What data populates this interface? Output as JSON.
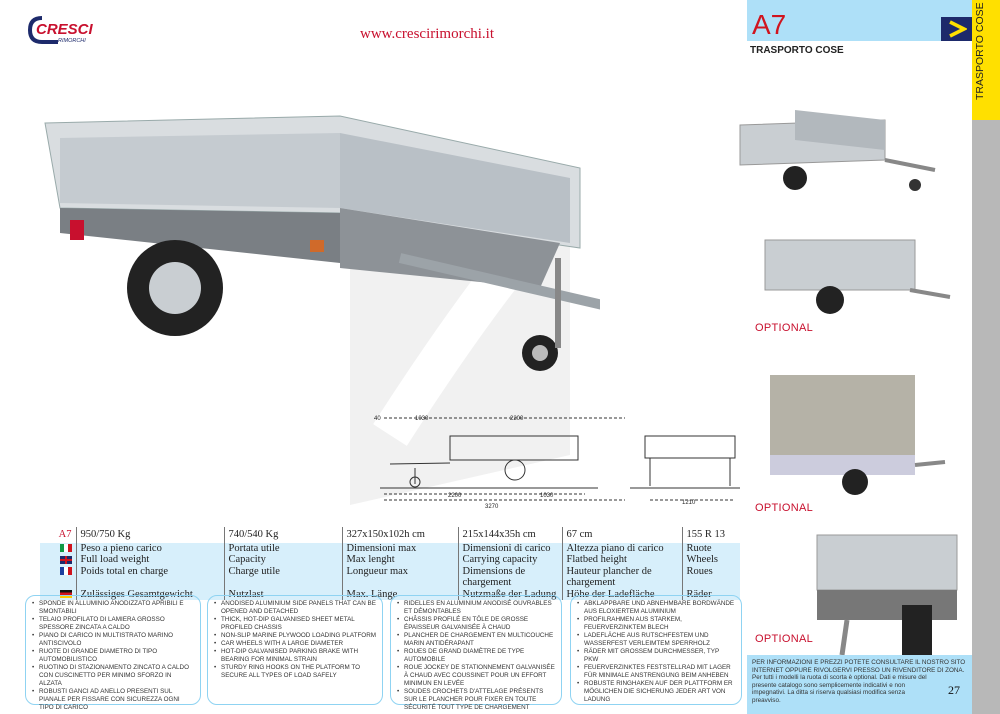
{
  "header": {
    "brand": "CRESCI RIMORCHI",
    "website": "www.crescirimorchi.it",
    "model": "A7",
    "subtitle": "TRASPORTO COSE",
    "side_tab": "TRASPORTO COSE"
  },
  "images": {
    "optional_labels": [
      "OPTIONAL",
      "OPTIONAL",
      "OPTIONAL"
    ]
  },
  "drawing": {
    "dims": [
      "40",
      "1030",
      "2200",
      "2200",
      "1030",
      "3270",
      "1210"
    ]
  },
  "spec": {
    "model": "A7",
    "values": [
      "950/750 Kg",
      "740/540 Kg",
      "327x150x102h cm",
      "215x144x35h cm",
      "67 cm",
      "155 R 13"
    ],
    "rows": [
      {
        "lang": "it",
        "labels": [
          "Peso a pieno carico",
          "Portata utile",
          "Dimensioni max",
          "Dimensioni di carico",
          "Altezza piano di carico",
          "Ruote"
        ]
      },
      {
        "lang": "en",
        "labels": [
          "Full load weight",
          "Capacity",
          "Max lenght",
          "Carrying capacity",
          "Flatbed height",
          "Wheels"
        ]
      },
      {
        "lang": "fr",
        "labels": [
          "Poids total en charge",
          "Charge utile",
          "Longueur max",
          "Dimensions de chargement",
          "Hauteur plancher de chargement",
          "Roues"
        ]
      },
      {
        "lang": "de",
        "labels": [
          "Zulässiges Gesamtgewicht",
          "Nutzlast",
          "Max. Länge",
          "Nutzmaße der Ladung",
          "Höhe der Ladefläche",
          "Räder"
        ]
      }
    ]
  },
  "features": {
    "it": [
      "Sponde in alluminio anodizzato apribili e smontabili",
      "Telaio profilato di lamiera grosso spessore zincata a caldo",
      "Piano di carico in multistrato marino antiscivolo",
      "Ruote di grande diametro di tipo automobilistico",
      "Ruotino di stazionamento zincato a caldo con cuscinetto per minimo sforzo in alzata",
      "Robusti ganci ad anello presenti sul pianale per fissare con sicurezza ogni tipo di carico"
    ],
    "en": [
      "Anodised aluminium side panels that can be opened and detached",
      "Thick, hot-dip galvanised sheet metal profiled chassis",
      "Non-slip marine plywood loading platform",
      "Car wheels with a large diameter",
      "Hot-dip galvanised parking brake with bearing for minimal strain",
      "Sturdy ring hooks on the platform to secure all types of load safely"
    ],
    "fr": [
      "Ridelles en aluminium anodisé ouvrables et démontables",
      "Châssis profilé en tôle de grosse épaisseur galvanisée à chaud",
      "Plancher de chargement en multicouche marin antidérapant",
      "Roues de grand diamètre de type automobile",
      "Roue jockey de stationnement galvanisée à chaud avec coussinet pour un effort minimun en levée",
      "Soudes crochets d'attelage présents sur le plancher pour fixer en toute sécurité tout type de chargement"
    ],
    "de": [
      "Abklappbare und abnehmbare Bordwände aus eloxiertem Aluminium",
      "Profilrahmen aus starkem, feuerverzinktem Blech",
      "Ladefläche aus rutschfestem und wasserfest verleimtem Sperrholz",
      "Räder mit grossem Durchmesser, Typ PKW",
      "Feuerverzinktes Feststellrad mit Lager für minimale Anstrengung beim Anheben",
      "Robuste Ringhaken auf der Plattform er möglichen die Sicherung jeder Art von Ladung"
    ]
  },
  "info": {
    "caps": "PER INFORMAZIONI E PREZZI POTETE CONSULTARE IL NOSTRO SITO INTERNET OPPURE RIVOLGERVI PRESSO UN RIVENDITORE DI ZONA.",
    "text": "Per tutti i modelli la ruota di scorta è optional. Dati e misure del presente catalogo sono semplicemente indicativi e non impegnativi. La ditta si riserva qualsiasi modifica senza preavviso.",
    "page": "27"
  },
  "colors": {
    "red": "#c8102e",
    "lightblue": "#aee0f8",
    "yellow": "#ffe000",
    "navy": "#1d2a6b"
  }
}
